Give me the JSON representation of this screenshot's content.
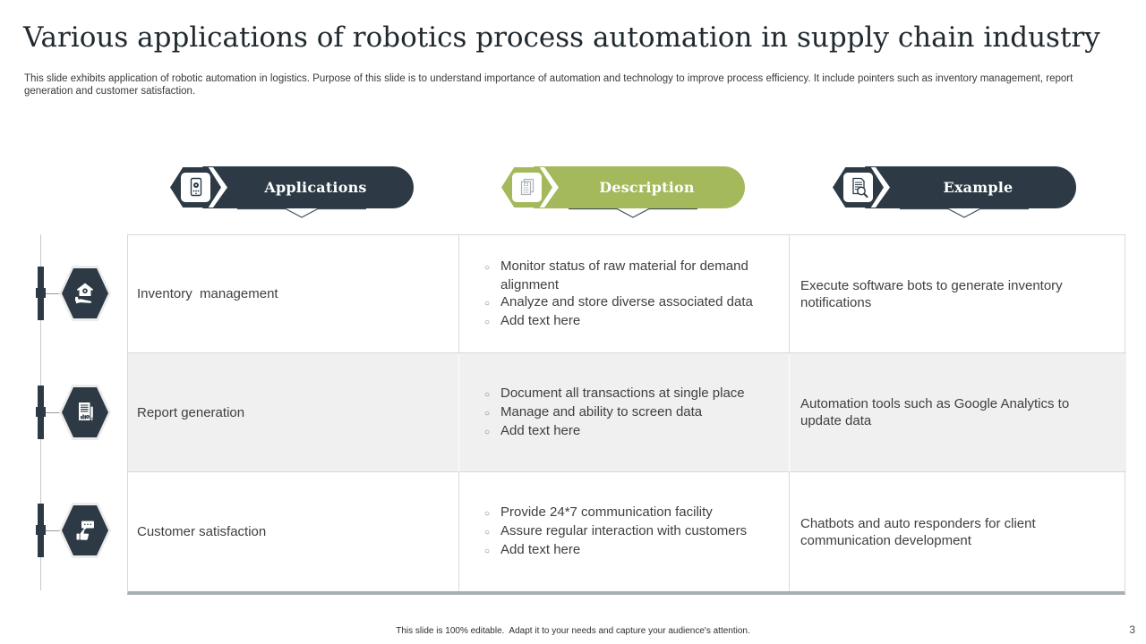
{
  "slide": {
    "title": "Various applications of robotics process automation in supply chain industry",
    "subtitle": "This slide exhibits application of robotic automation in logistics. Purpose of this slide is to understand importance of automation and technology to improve process efficiency. It include pointers such as inventory management, report generation and customer satisfaction.",
    "footer": "This slide is 100% editable.  Adapt it to your needs and capture your audience's attention.",
    "page_number": "3"
  },
  "colors": {
    "dark_charcoal": "#2d3a45",
    "accent_green": "#a3b95b",
    "shaded_row": "#f0f0f0",
    "table_border": "#d9d9d9",
    "table_bottom_border": "#a9b0b3",
    "body_text": "#3f3f3f"
  },
  "headers": [
    {
      "label": "Applications",
      "color": "#2d3a45",
      "icon": "tablet-icon"
    },
    {
      "label": "Description",
      "color": "#a3b95b",
      "icon": "document-icon"
    },
    {
      "label": "Example",
      "color": "#2d3a45",
      "icon": "document-search-icon"
    }
  ],
  "rows": [
    {
      "icon": "hand-house-icon",
      "application": "Inventory  management",
      "description": [
        "Monitor status of raw material for demand alignment",
        "Analyze and store diverse associated data",
        "Add text here"
      ],
      "example": "Execute software bots to generate inventory notifications"
    },
    {
      "icon": "report-document-icon",
      "application": "Report generation",
      "description": [
        "Document all transactions at single place",
        "Manage and ability to screen data",
        "Add text here"
      ],
      "example": "Automation tools such as Google Analytics to update data"
    },
    {
      "icon": "thumbs-up-chat-icon",
      "application": "Customer satisfaction",
      "description": [
        "Provide 24*7 communication facility",
        "Assure regular interaction with customers",
        "Add text here"
      ],
      "example": "Chatbots and auto responders for client communication development"
    }
  ]
}
